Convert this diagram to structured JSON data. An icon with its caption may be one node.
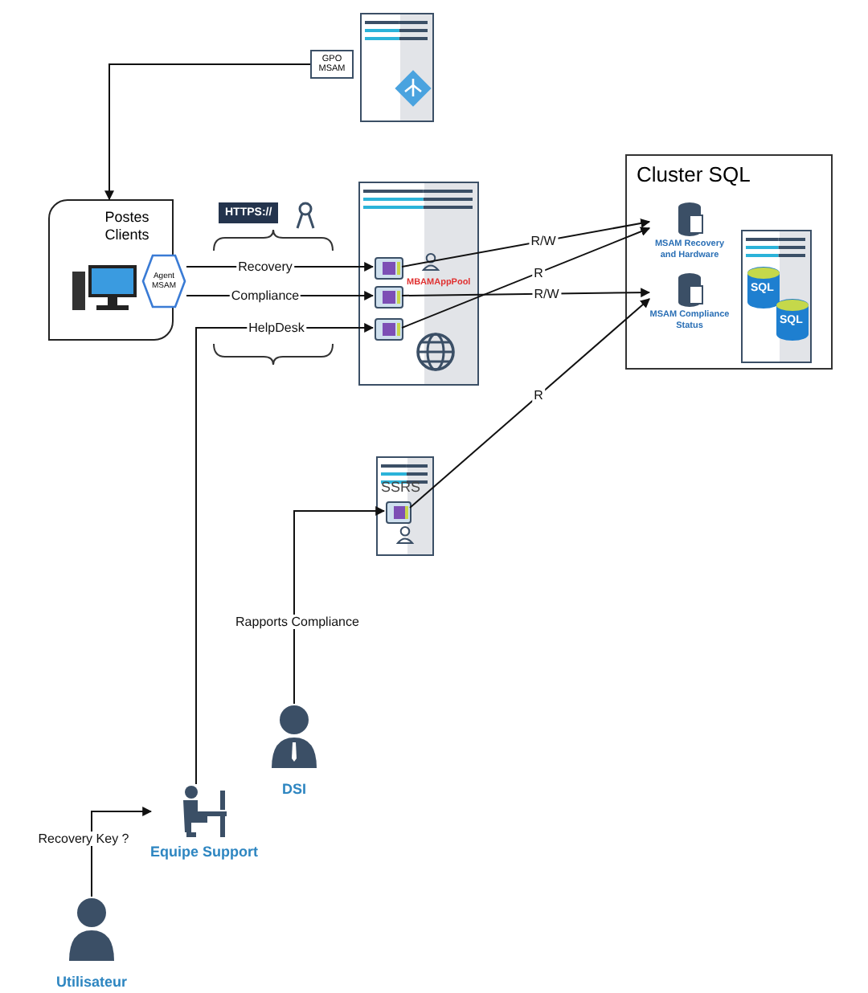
{
  "diagram": {
    "nodes": [
      {
        "text": [],
        "shape": "box"
      },
      {
        "text": [
          "GPO MSAM"
        ]
      },
      {
        "text": [
          "Postes Clients"
        ]
      },
      {
        "text": [
          "Agent MSAM"
        ]
      },
      {
        "text": [],
        "shape": "box"
      },
      {
        "text": [],
        "shape": "box",
        "in": 4
      },
      {
        "text": [],
        "shape": "box",
        "in": 4
      },
      {
        "text": [],
        "shape": "box",
        "in": 4
      },
      {
        "text": [
          "Cluster SQL"
        ]
      },
      {
        "text": [
          "MSAM Recovery and Hardware"
        ],
        "in": 8
      },
      {
        "text": [
          "MSAM Compliance Status"
        ],
        "in": 8
      },
      {
        "text": [],
        "shape": "box",
        "in": 8
      },
      {
        "text": [
          "SSRS"
        ]
      },
      {
        "text": [],
        "shape": "box",
        "in": 12
      },
      {
        "text": [
          "DSI"
        ]
      },
      {
        "text": [
          "Equipe Support"
        ]
      },
      {
        "text": [
          "Utilisateur"
        ]
      }
    ],
    "edges": [
      {
        "from": 1,
        "to": 2,
        "arrow": "to"
      },
      {
        "from": 3,
        "to": 5,
        "arrow": "to",
        "label": "Recovery"
      },
      {
        "from": 3,
        "to": 6,
        "arrow": "to",
        "label": "Compliance"
      },
      {
        "from": 15,
        "to": 7,
        "arrow": "to",
        "label": "HelpDesk"
      },
      {
        "from": 5,
        "to": 9,
        "arrow": "to",
        "label": "R/W"
      },
      {
        "from": 7,
        "to": 9,
        "arrow": "to",
        "label": "R"
      },
      {
        "from": 6,
        "to": 10,
        "arrow": "to",
        "label": "R/W"
      },
      {
        "from": 13,
        "to": 10,
        "arrow": "to",
        "label": "R"
      },
      {
        "from": 14,
        "to": 13,
        "arrow": "to",
        "label": "Rapports Compliance"
      },
      {
        "from": 16,
        "to": 15,
        "arrow": "to",
        "label": "Recovery Key ?"
      }
    ],
    "labels": [
      "HTTPS://",
      "MBAMAppPool",
      "SQL",
      "SQL"
    ]
  }
}
